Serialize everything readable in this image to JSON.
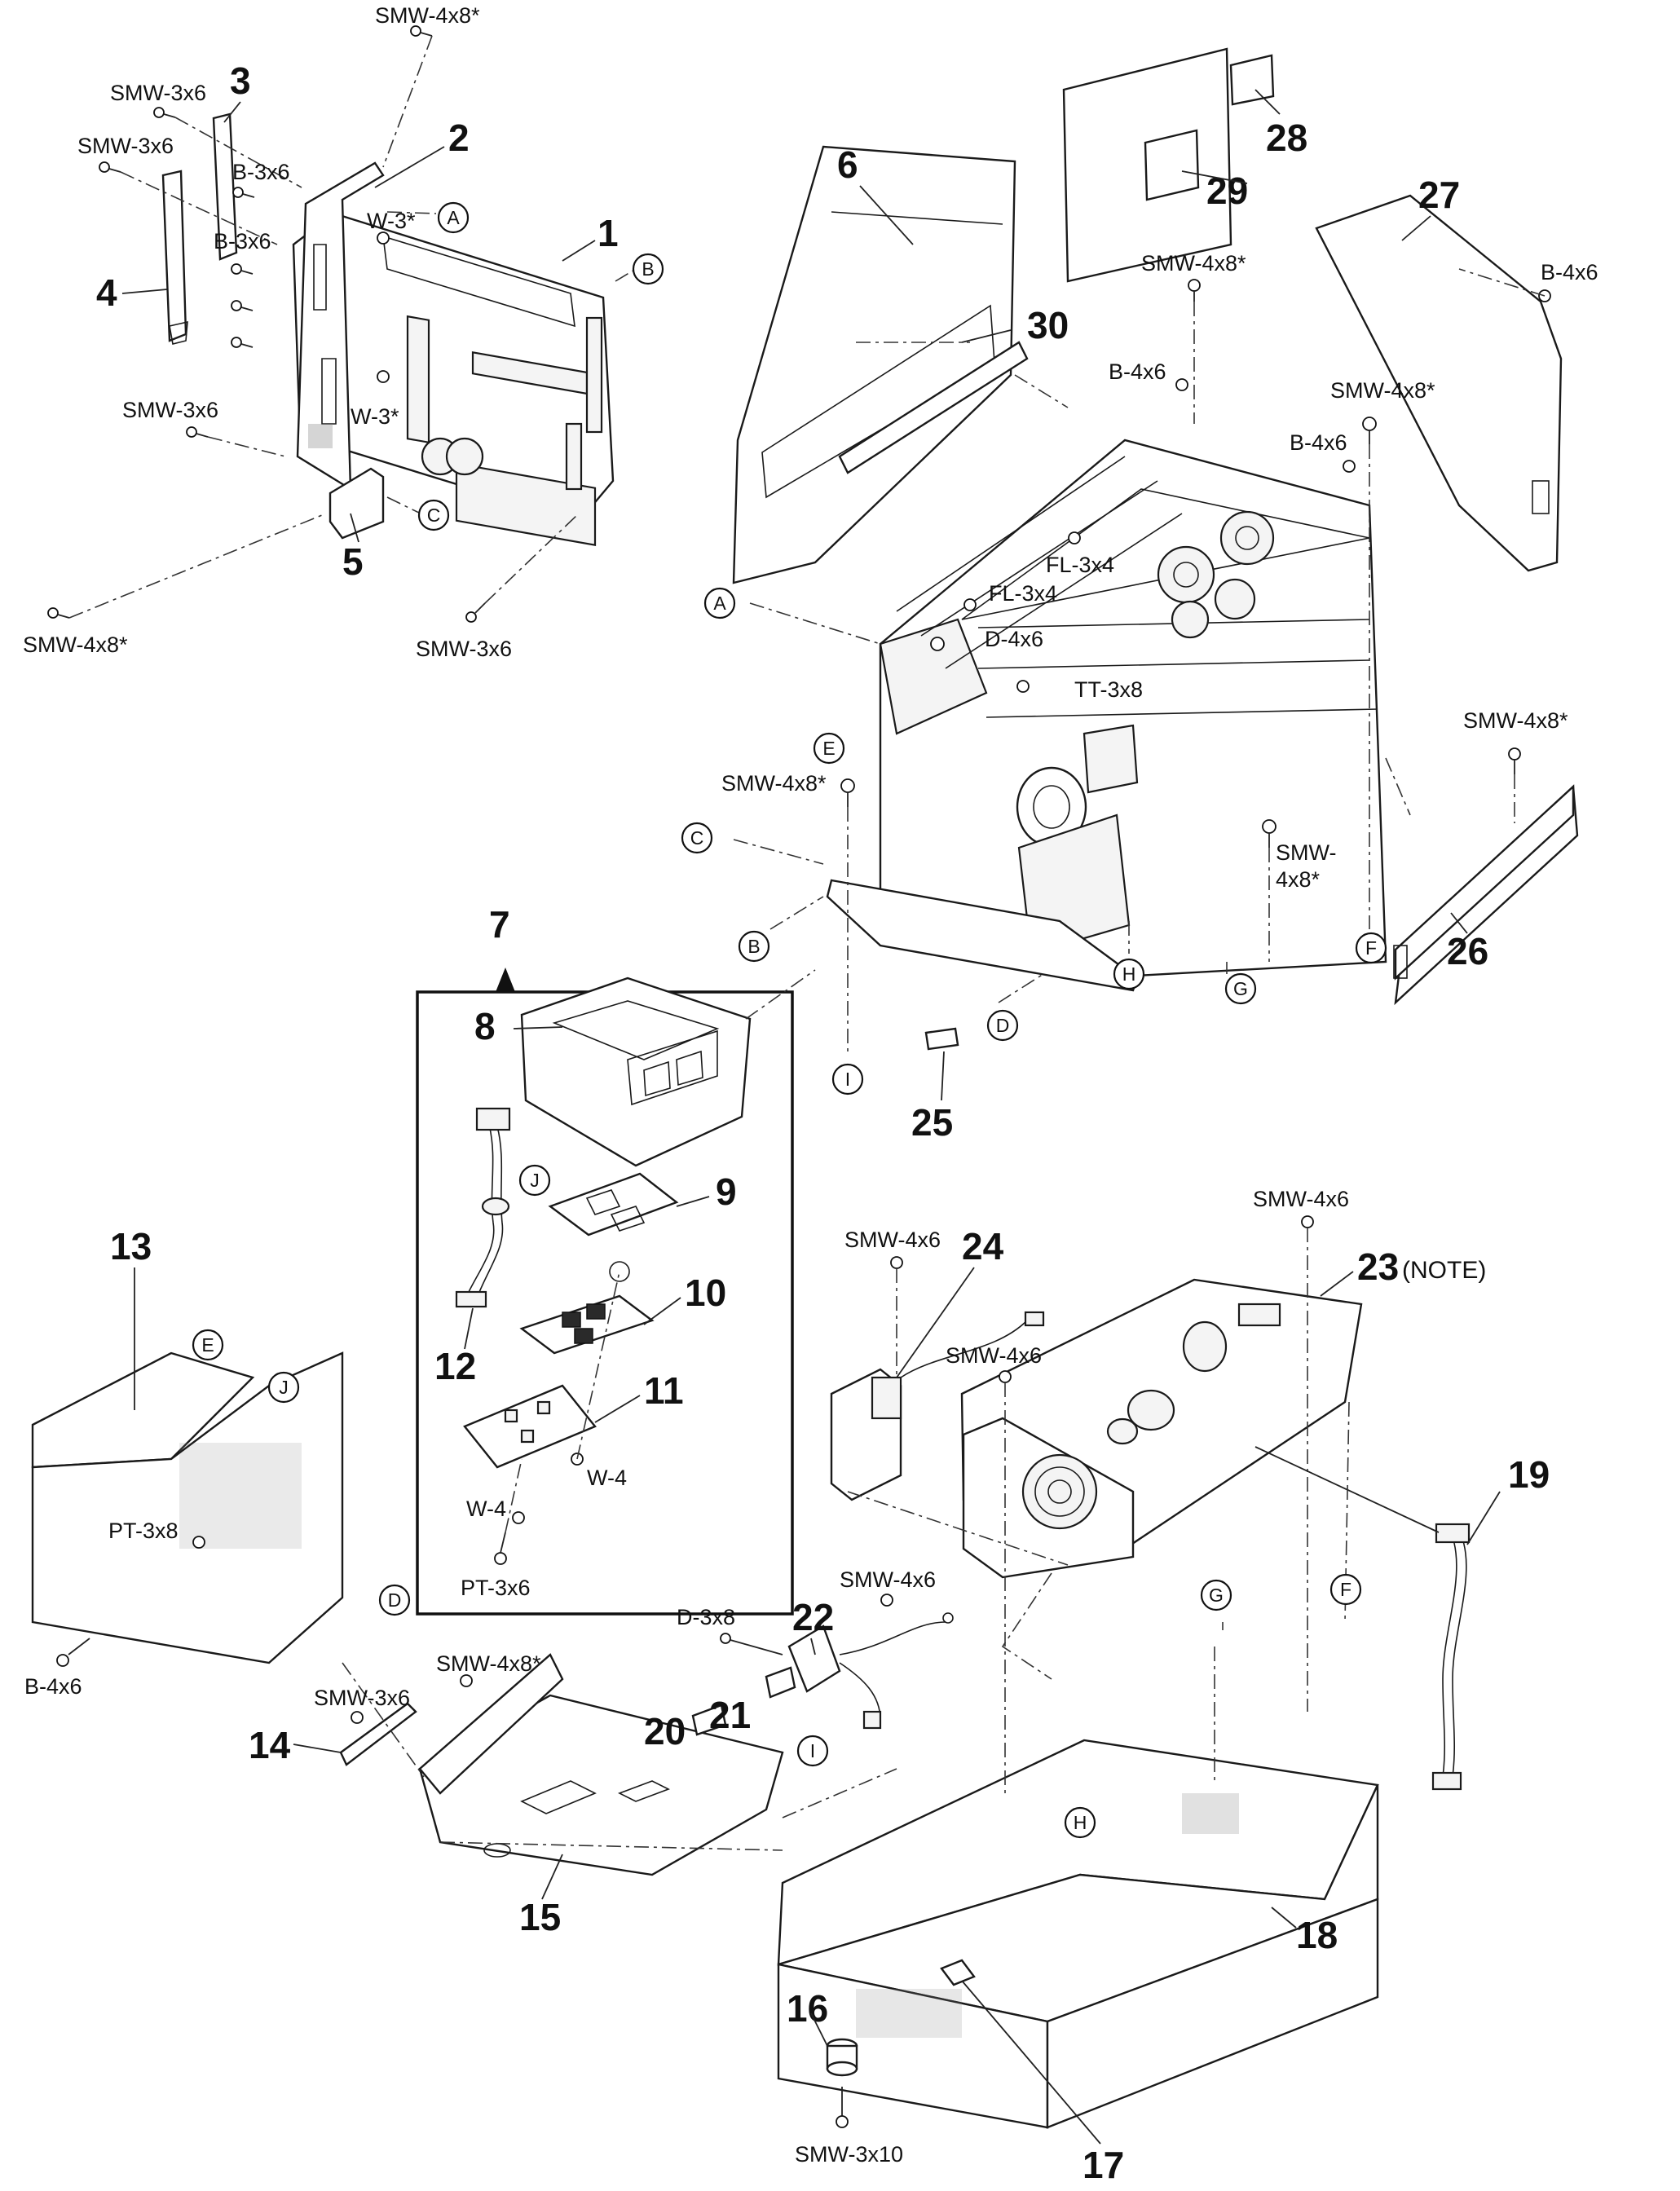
{
  "part_numbers": [
    "1",
    "2",
    "3",
    "4",
    "5",
    "6",
    "7",
    "8",
    "9",
    "10",
    "11",
    "12",
    "13",
    "14",
    "15",
    "16",
    "17",
    "18",
    "19",
    "20",
    "21",
    "22",
    "23",
    "24",
    "25",
    "26",
    "27",
    "28",
    "29",
    "30"
  ],
  "note_text": "(NOTE)",
  "screw_labels": {
    "smw_4x8_top": "SMW-4x8*",
    "smw_3x6_a": "SMW-3x6",
    "smw_3x6_b": "SMW-3x6",
    "b_3x6_a": "B-3x6",
    "w_3_a": "W-3*",
    "b_3x6_b": "B-3x6",
    "w_3_b": "W-3*",
    "smw_3x6_c": "SMW-3x6",
    "smw_4x8_left": "SMW-4x8*",
    "smw_3x6_d": "SMW-3x6",
    "smw_4x8_mid": "SMW-4x8*",
    "b_4x6_a": "B-4x6",
    "b_4x6_b": "B-4x6",
    "smw_4x8_right": "SMW-4x8*",
    "b_4x6_c": "B-4x6",
    "fl_3x4_a": "FL-3x4",
    "fl_3x4_b": "FL-3x4",
    "d_4x6": "D-4x6",
    "tt_3x8": "TT-3x8",
    "smw_4x8_e": "SMW-4x8*",
    "smw_4x8_side": "SMW-4x8*",
    "smw_4x8_g_a": "SMW-",
    "smw_4x8_g_b": "4x8*",
    "smw_4x6_24": "SMW-4x6",
    "smw_4x6_23": "SMW-4x6",
    "smw_4x6_mid": "SMW-4x6",
    "w_4_a": "W-4",
    "w_4_b": "W-4",
    "pt_3x6": "PT-3x6",
    "pt_3x8": "PT-3x8",
    "b_4x6_13": "B-4x6",
    "smw_3x6_14": "SMW-3x6",
    "smw_4x8_15": "SMW-4x8*",
    "smw_4x6_22": "SMW-4x6",
    "d_3x8": "D-3x8",
    "smw_3x10": "SMW-3x10"
  },
  "connection_letters": [
    "A",
    "B",
    "C",
    "D",
    "E",
    "F",
    "G",
    "H",
    "I",
    "J"
  ]
}
